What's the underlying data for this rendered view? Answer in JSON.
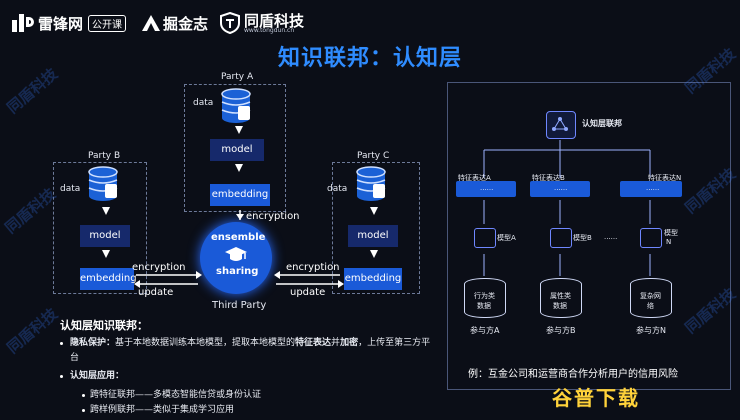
{
  "header": {
    "logo1_text": "雷锋网",
    "logo1_badge": "公开课",
    "logo2_text": "掘金志",
    "logo3_text": "同盾科技",
    "logo3_sub": "www.tongdun.cn"
  },
  "title": "知识联邦：认知层",
  "diagram": {
    "party_a": {
      "label": "Party A",
      "data": "data",
      "model": "model",
      "embedding": "embedding"
    },
    "party_b": {
      "label": "Party B",
      "data": "data",
      "model": "model",
      "embedding": "embedding"
    },
    "party_c": {
      "label": "Party C",
      "data": "data",
      "model": "model",
      "embedding": "embedding"
    },
    "center": {
      "line1": "ensemble",
      "line2": "sharing",
      "label": "Third Party"
    },
    "enc_a": "encryption",
    "enc_b": "encryption",
    "upd_b": "update",
    "enc_c": "encryption",
    "upd_c": "update"
  },
  "bullets": {
    "heading": "认知层知识联邦：",
    "item1_bold": "隐私保护：",
    "item1_text_a": "基于本地数据训练本地模型，提取本地模型的",
    "item1_bold2": "特征表达",
    "item1_text_b": "并",
    "item1_bold3": "加密",
    "item1_text_c": "，上传至第三方平",
    "item1_text_d": "台",
    "item2_bold": "认知层应用：",
    "sub1": "跨特征联邦——多模态智能信贷或身份认证",
    "sub2": "跨样例联邦——类似于集成学习应用"
  },
  "right_panel": {
    "top_label": "认知层联邦",
    "feat_a": "特征表达A",
    "feat_b": "特征表达B",
    "feat_n": "特征表达N",
    "model_a": "模型A",
    "model_b": "模型B",
    "model_n_1": "模型",
    "model_n_2": "N",
    "dots_mid": "......",
    "db_a_1": "行为类",
    "db_a_2": "数据",
    "db_b_1": "属性类",
    "db_b_2": "数据",
    "db_n_1": "复杂网",
    "db_n_2": "络",
    "party_a": "参与方A",
    "party_b": "参与方B",
    "party_n": "参与方N",
    "caption": "例：互金公司和运营商合作分析用户的信用风险",
    "dots": "......"
  },
  "watermarks": {
    "text": "同盾科技"
  },
  "footer_banner": "谷普下载"
}
